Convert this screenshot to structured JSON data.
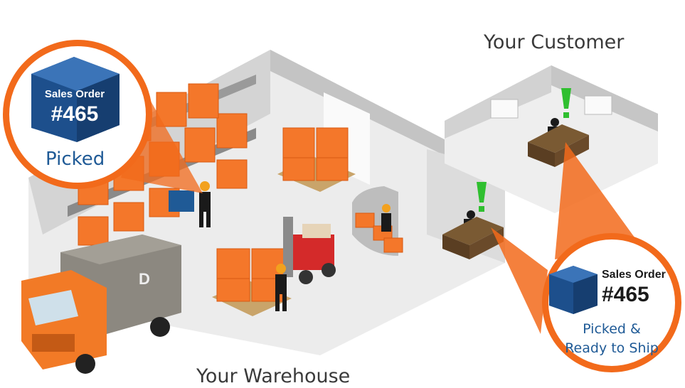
{
  "labels": {
    "warehouse": "Your Warehouse",
    "customer": "Your Customer"
  },
  "callout_left": {
    "order_label": "Sales Order",
    "order_number": "#465",
    "status": "Picked"
  },
  "callout_right": {
    "order_label": "Sales Order",
    "order_number": "#465",
    "status_line1": "Picked &",
    "status_line2": "Ready to Ship"
  },
  "colors": {
    "accent_orange": "#f26a1b",
    "box_blue": "#1f5a96",
    "alert_green": "#2fbf2f",
    "box_orange": "#f4772a",
    "wall_gray": "#cfcfcf"
  },
  "icons": [
    "truck-icon",
    "forklift-icon",
    "worker-icon",
    "exclamation-icon",
    "cube-icon"
  ]
}
